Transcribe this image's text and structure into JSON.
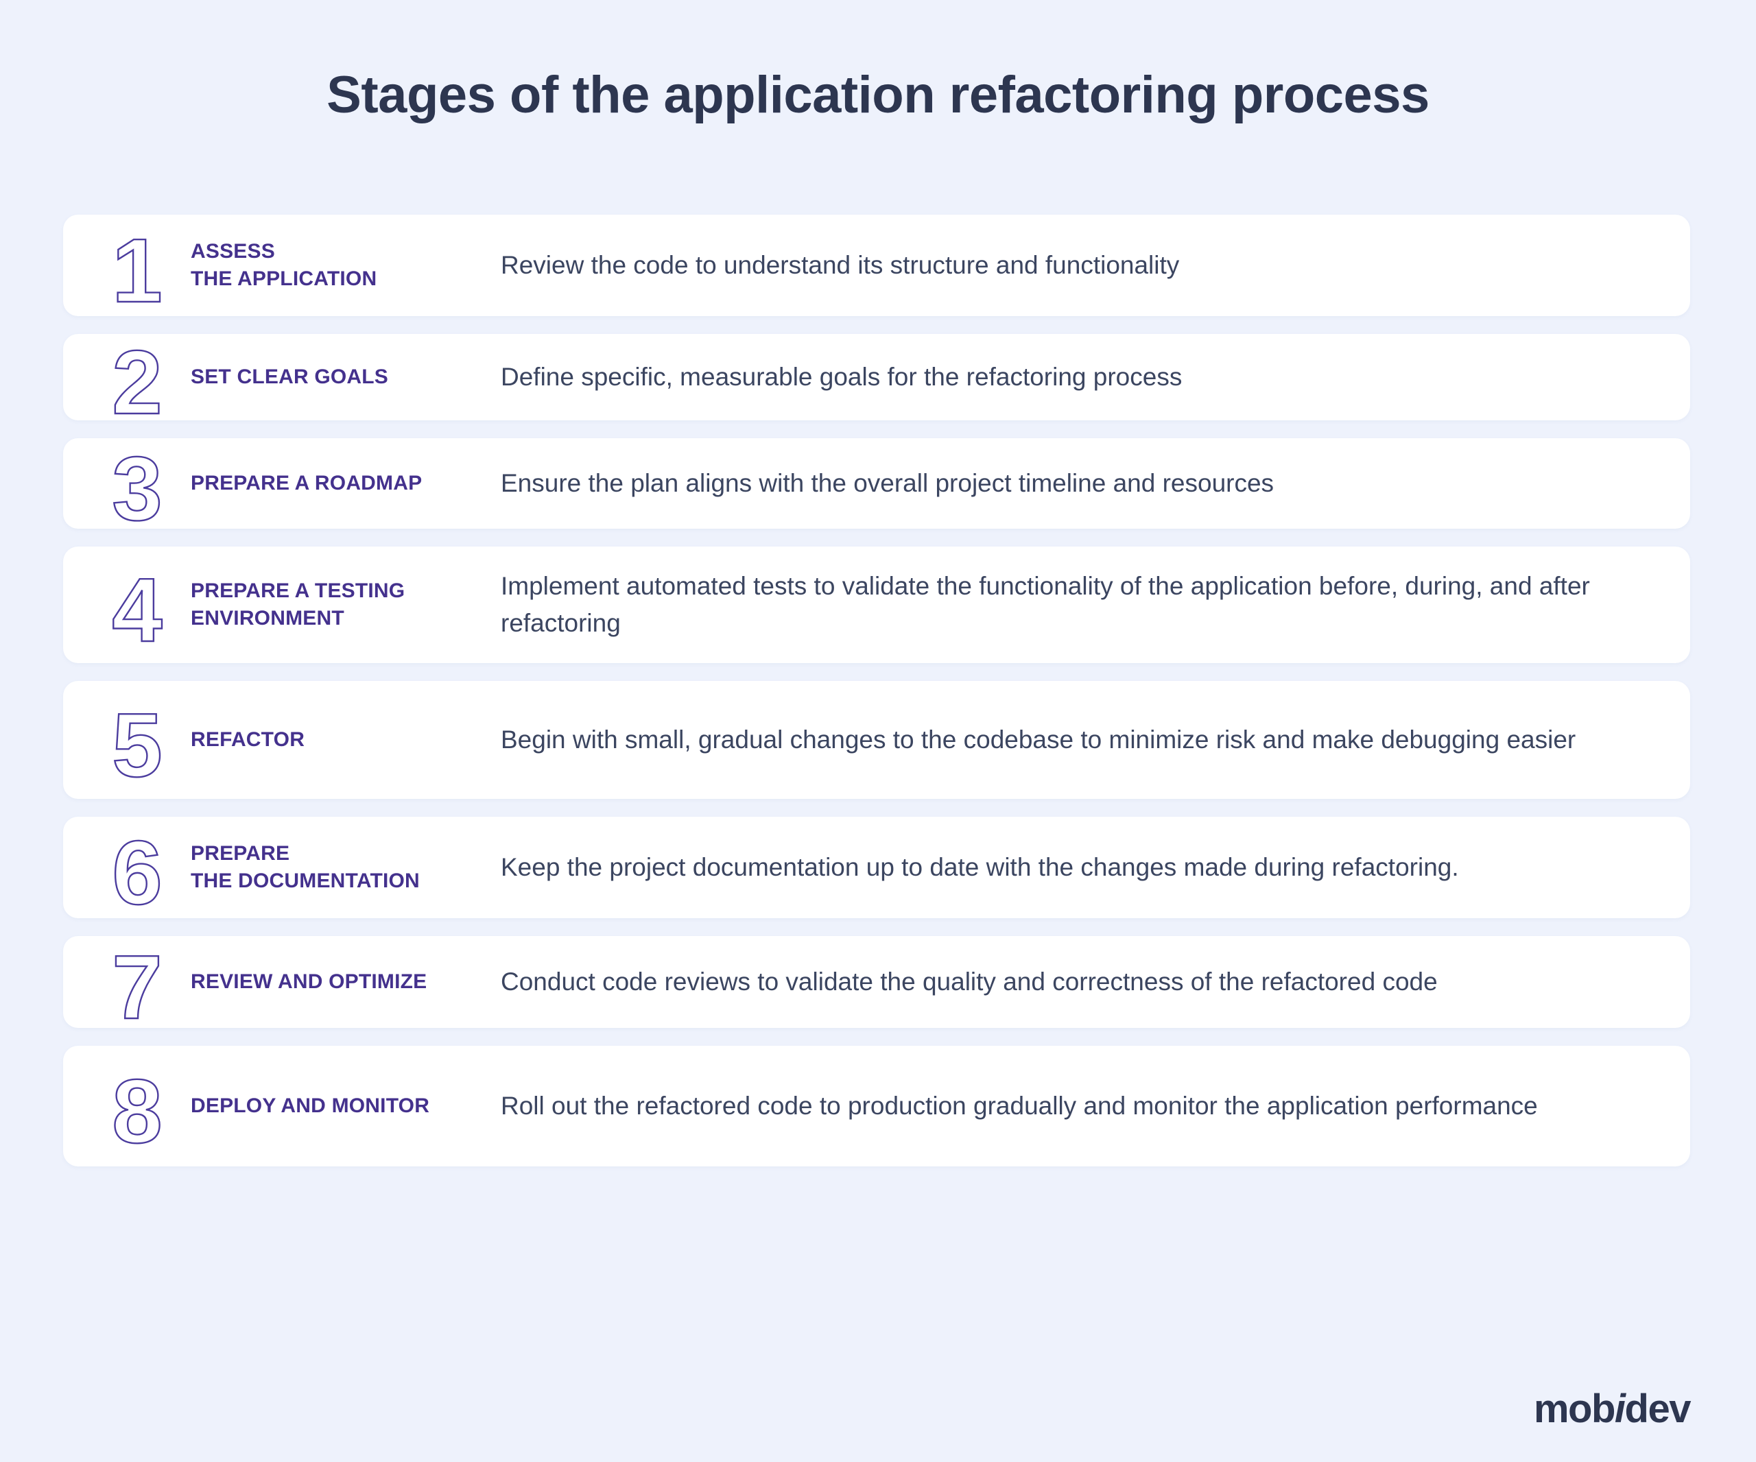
{
  "page": {
    "title": "Stages of the application refactoring process",
    "background_color": "#eef2fc",
    "card_color": "#ffffff",
    "title_color": "#2d3650",
    "accent_color": "#44318d",
    "number_outline_color": "#4b3c9e",
    "body_text_color": "#3b4560"
  },
  "steps": [
    {
      "number": "1",
      "label": "ASSESS\nTHE APPLICATION",
      "label_line1": "ASSESS",
      "label_line2": "THE APPLICATION",
      "description": "Review the code to understand its structure and functionality"
    },
    {
      "number": "2",
      "label": "SET CLEAR GOALS",
      "label_line1": "SET CLEAR GOALS",
      "label_line2": "",
      "description": "Define specific, measurable goals for the refactoring process"
    },
    {
      "number": "3",
      "label": "PREPARE A ROADMAP",
      "label_line1": "PREPARE A ROADMAP",
      "label_line2": "",
      "description": "Ensure the plan aligns with the overall project timeline and resources"
    },
    {
      "number": "4",
      "label": "PREPARE A TESTING\nENVIRONMENT",
      "label_line1": "PREPARE A TESTING",
      "label_line2": "ENVIRONMENT",
      "description": "Implement automated tests to validate the functionality of the application before, during, and after refactoring"
    },
    {
      "number": "5",
      "label": "REFACTOR",
      "label_line1": "REFACTOR",
      "label_line2": "",
      "description": "Begin with small, gradual changes to the codebase to minimize risk and make debugging easier"
    },
    {
      "number": "6",
      "label": "PREPARE\nTHE DOCUMENTATION",
      "label_line1": "PREPARE",
      "label_line2": "THE DOCUMENTATION",
      "description": "Keep the project documentation up to date with the changes made during refactoring."
    },
    {
      "number": "7",
      "label": "REVIEW AND OPTIMIZE",
      "label_line1": "REVIEW AND OPTIMIZE",
      "label_line2": "",
      "description": "Conduct code reviews to validate the quality and correctness of the refactored code"
    },
    {
      "number": "8",
      "label": "DEPLOY AND MONITOR",
      "label_line1": "DEPLOY AND MONITOR",
      "label_line2": "",
      "description": "Roll out the refactored code to production gradually and monitor the application performance"
    }
  ],
  "logo": {
    "part1": "mob",
    "italic": "i",
    "part2": "dev"
  }
}
